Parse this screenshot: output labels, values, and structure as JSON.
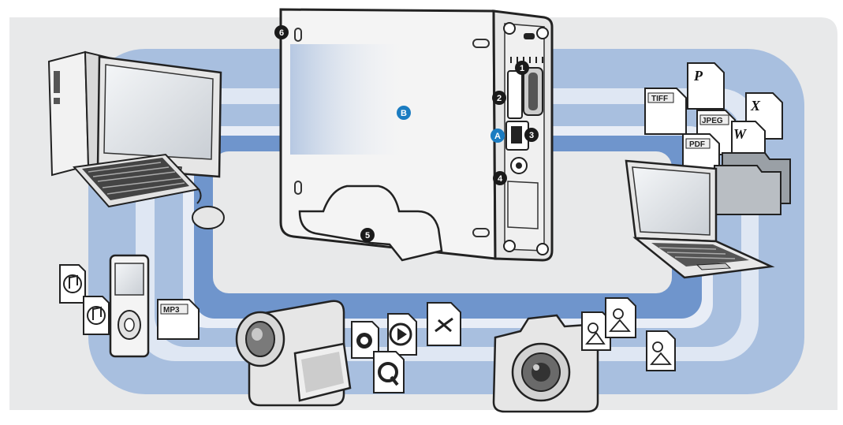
{
  "colors": {
    "background_panel": "#e8e9ea",
    "ring_outer": "#a8bfdf",
    "ring_inner": "#6f95cc",
    "ring_gap": "#dfe7f3",
    "drive_body": "#f4f4f4",
    "drive_back": "#e6e6e6",
    "callout_black": "#1a1a1a",
    "callout_blue": "#1b7cc1"
  },
  "icons": {
    "computer": "desktop-computer-icon",
    "drive": "external-hard-drive-icon",
    "laptop": "laptop-icon",
    "mp3_player": "mp3-player-icon",
    "camcorder": "camcorder-icon",
    "camera": "digital-camera-icon",
    "document": "document-file-icon",
    "music_file": "music-file-icon",
    "image_file": "image-file-icon",
    "video_file": "video-file-icon"
  },
  "callouts": {
    "n1": "1",
    "n2": "2",
    "n3": "3",
    "n4": "4",
    "n5": "5",
    "n6": "6",
    "a": "A",
    "b": "B"
  },
  "file_labels": {
    "tiff": "TIFF",
    "jpeg": "JPEG",
    "pdf": "PDF",
    "mp3": "MP3",
    "powerpoint": "P",
    "excel": "X",
    "word": "W"
  }
}
